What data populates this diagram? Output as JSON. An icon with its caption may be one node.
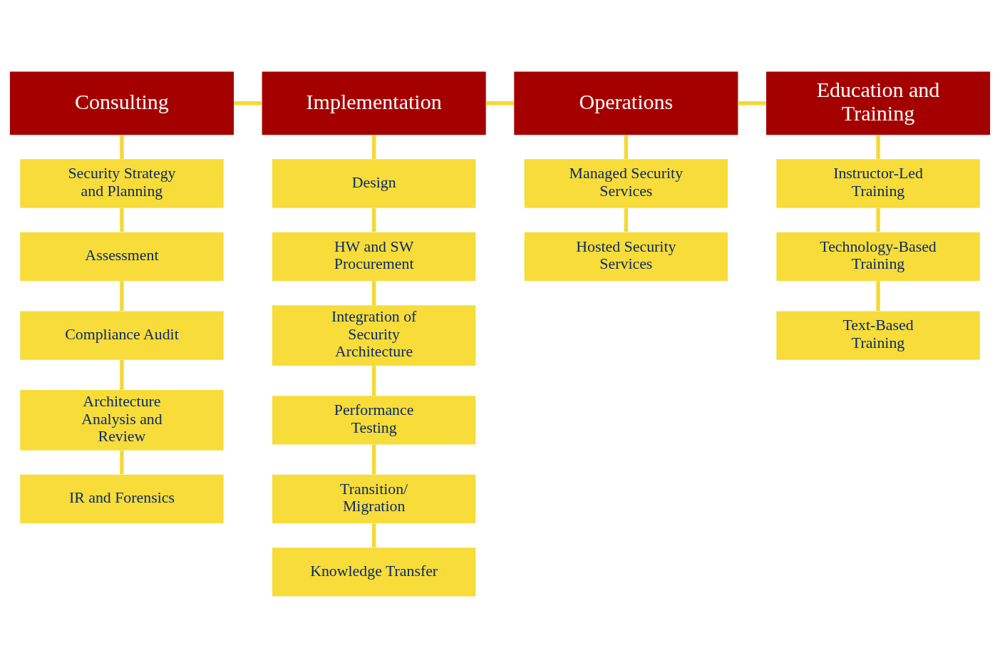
{
  "diagram": {
    "nodes": [
      {
        "text": [
          "Consulting"
        ]
      },
      {
        "text": [
          "Security Strategy and Planning"
        ]
      },
      {
        "text": [
          "Assessment"
        ]
      },
      {
        "text": [
          "Compliance Audit"
        ]
      },
      {
        "text": [
          "Architecture Analysis and Review"
        ]
      },
      {
        "text": [
          "IR and Forensics"
        ]
      },
      {
        "text": [
          "Implementation"
        ]
      },
      {
        "text": [
          "Design"
        ]
      },
      {
        "text": [
          "HW and SW Procurement"
        ]
      },
      {
        "text": [
          "Integration of Security Architecture"
        ]
      },
      {
        "text": [
          "Performance Testing"
        ]
      },
      {
        "text": [
          "Transition/ Migration"
        ]
      },
      {
        "text": [
          "Knowledge Transfer"
        ]
      },
      {
        "text": [
          "Operations"
        ]
      },
      {
        "text": [
          "Managed Security Services"
        ]
      },
      {
        "text": [
          "Hosted Security Services"
        ]
      },
      {
        "text": [
          "Education and Training"
        ]
      },
      {
        "text": [
          "Instructor-Led Training"
        ]
      },
      {
        "text": [
          "Technology-Based Training"
        ]
      },
      {
        "text": [
          "Text-Based Training"
        ]
      }
    ],
    "edges": [
      {
        "from": 0,
        "to": 6,
        "arrow": "none"
      },
      {
        "from": 6,
        "to": 13,
        "arrow": "none"
      },
      {
        "from": 13,
        "to": 16,
        "arrow": "none"
      },
      {
        "from": 0,
        "to": 1,
        "arrow": "none"
      },
      {
        "from": 1,
        "to": 2,
        "arrow": "none"
      },
      {
        "from": 2,
        "to": 3,
        "arrow": "none"
      },
      {
        "from": 3,
        "to": 4,
        "arrow": "none"
      },
      {
        "from": 4,
        "to": 5,
        "arrow": "none"
      },
      {
        "from": 6,
        "to": 7,
        "arrow": "none"
      },
      {
        "from": 7,
        "to": 8,
        "arrow": "none"
      },
      {
        "from": 8,
        "to": 9,
        "arrow": "none"
      },
      {
        "from": 9,
        "to": 10,
        "arrow": "none"
      },
      {
        "from": 10,
        "to": 11,
        "arrow": "none"
      },
      {
        "from": 11,
        "to": 12,
        "arrow": "none"
      },
      {
        "from": 13,
        "to": 14,
        "arrow": "none"
      },
      {
        "from": 14,
        "to": 15,
        "arrow": "none"
      },
      {
        "from": 16,
        "to": 17,
        "arrow": "none"
      },
      {
        "from": 17,
        "to": 18,
        "arrow": "none"
      },
      {
        "from": 18,
        "to": 19,
        "arrow": "none"
      }
    ]
  }
}
